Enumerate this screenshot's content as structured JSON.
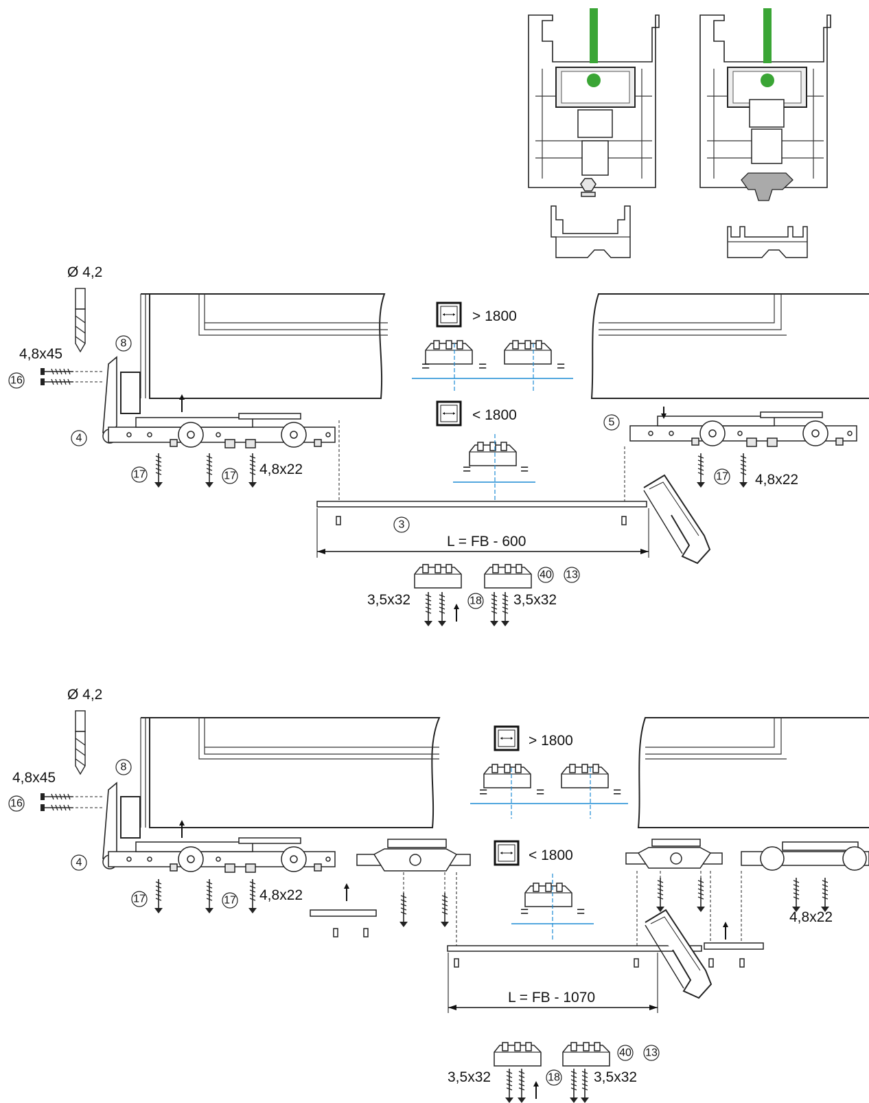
{
  "colors": {
    "accent_green": "#3aa535",
    "dimension_blue": "#1a8ad4",
    "line": "#222222"
  },
  "top": {
    "drill_diameter": "Ø 4,2",
    "screw_4845": "4,8x45",
    "screw_4822_a": "4,8x22",
    "screw_4822_b": "4,8x22",
    "screw_3532_left": "3,5x32",
    "screw_3532_right": "3,5x32",
    "gt1800": "> 1800",
    "lt1800": "< 1800",
    "eq": "=",
    "length_formula": "L = FB - 600",
    "callouts": {
      "c8": "8",
      "c16": "16",
      "c4": "4",
      "c17a": "17",
      "c17b": "17",
      "c17c": "17",
      "c5": "5",
      "c3": "3",
      "c18": "18",
      "c40": "40",
      "c13": "13"
    }
  },
  "bottom": {
    "drill_diameter": "Ø 4,2",
    "screw_4845": "4,8x45",
    "screw_4822_a": "4,8x22",
    "screw_4822_b": "4,8x22",
    "screw_3532_left": "3,5x32",
    "screw_3532_right": "3,5x32",
    "gt1800": "> 1800",
    "lt1800": "< 1800",
    "eq": "=",
    "length_formula": "L = FB - 1070",
    "callouts": {
      "c8": "8",
      "c16": "16",
      "c4": "4",
      "c17a": "17",
      "c17b": "17",
      "c18": "18",
      "c40": "40",
      "c13": "13"
    }
  },
  "icons": [
    "drill-bit-icon",
    "screw-icon",
    "hacksaw-icon",
    "sash-width-icon",
    "up-arrow-icon",
    "down-arrow-icon"
  ]
}
